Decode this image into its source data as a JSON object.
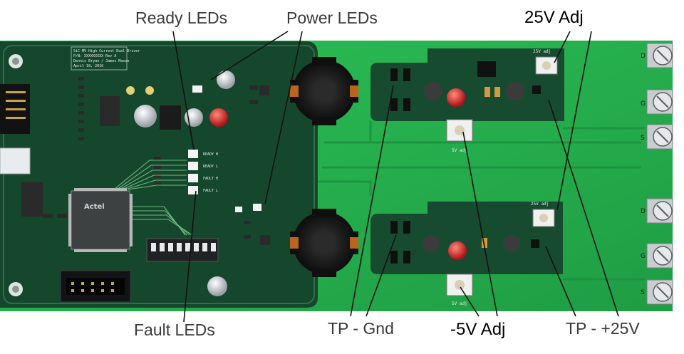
{
  "callouts": {
    "ready_leds": "Ready LEDs",
    "power_leds": "Power LEDs",
    "adj_25v": "25V Adj",
    "fault_leds": "Fault LEDs",
    "tp_gnd": "TP - Gnd",
    "adj_neg5v": "-5V Adj",
    "tp_25v": "TP - +25V"
  },
  "board_silkscreen": {
    "title_block": [
      "SiC MV High Current Dual Driver",
      "P/N: XXXXXXXXX Rev A",
      "Dennis Bryan / James Mason",
      "April 18, 2016"
    ],
    "led_labels": [
      "READY H",
      "READY L",
      "FAULT H",
      "FAULT L"
    ],
    "trim_labels": [
      "25V adj",
      "5V adj",
      "25V adj",
      "5V adj"
    ],
    "terminal_labels": [
      "D",
      "G",
      "S",
      "D",
      "G",
      "S"
    ],
    "fpga_logo": "Actel"
  },
  "colors": {
    "board_dark": "#15472d",
    "board_light": "#27b14c",
    "silk": "#e9efe9",
    "text_grey": "#3a3a3a"
  }
}
